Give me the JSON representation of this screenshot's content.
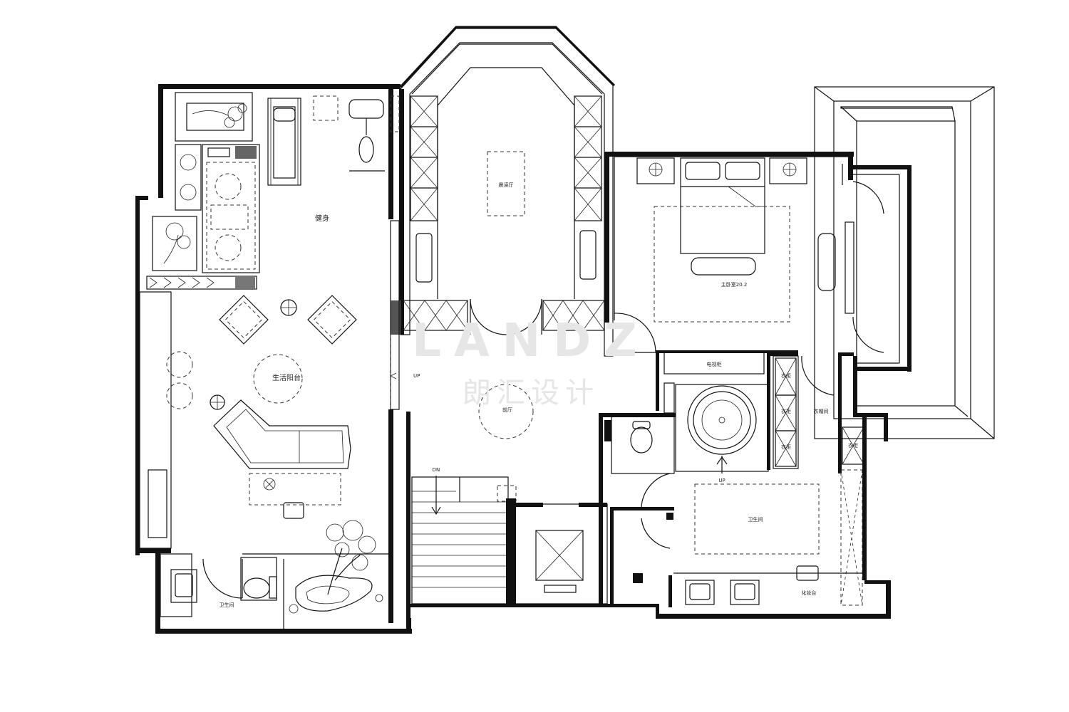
{
  "plan": {
    "rooms": {
      "fitness": "健身",
      "balcony": "生活阳台",
      "wc_left": "卫生间",
      "study": "晨读厅",
      "living": "前厅",
      "master_bed": "主卧室20.2",
      "tv_cabinet": "电视柜",
      "wardrobe_room": "衣帽间",
      "cab1": "衣柜",
      "cab2": "衣柜",
      "cab3": "衣柜",
      "cab4": "衣柜",
      "bath_main": "卫生间",
      "vanity": "化妆台"
    },
    "stairs": {
      "up1": "UP",
      "up2": "UP",
      "dn": "DN"
    },
    "watermark": {
      "line1": "LANDZ",
      "line2": "朗汇设计"
    }
  }
}
